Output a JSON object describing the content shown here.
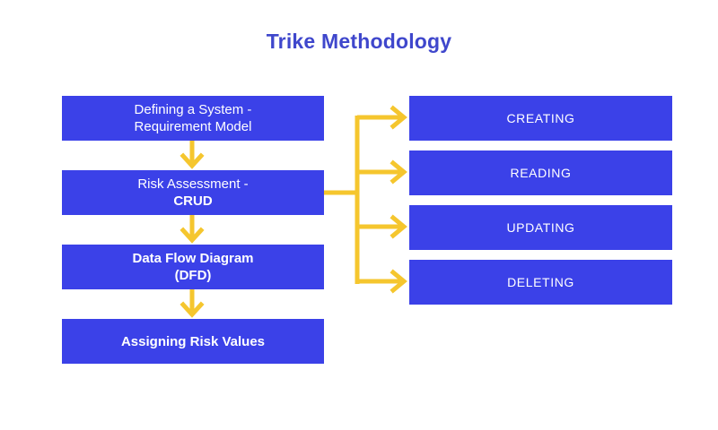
{
  "title": "Trike Methodology",
  "colors": {
    "box_fill": "#3B41E8",
    "box_text": "#FFFFFF",
    "title_text": "#3F47CC",
    "connector": "#F5C62E",
    "background": "#FFFFFF"
  },
  "stages": [
    {
      "id": "stage-0",
      "line1": "Defining a System -",
      "line2": "Requirement Model",
      "bold": false,
      "emphasis_line": null
    },
    {
      "id": "stage-1",
      "line1": "Risk Assessment -",
      "line2": "CRUD",
      "bold": false,
      "emphasis_line": "2"
    },
    {
      "id": "stage-2",
      "line1": "Data Flow Diagram",
      "line2": "(DFD)",
      "bold": true,
      "emphasis_line": null
    },
    {
      "id": "stage-3",
      "line1": "Assigning Risk Values",
      "line2": null,
      "bold": true,
      "emphasis_line": null
    }
  ],
  "crud_operations": [
    {
      "id": "crud-0",
      "label": "CREATING"
    },
    {
      "id": "crud-1",
      "label": "READING"
    },
    {
      "id": "crud-2",
      "label": "UPDATING"
    },
    {
      "id": "crud-3",
      "label": "DELETING"
    }
  ],
  "connectors": {
    "vertical_arrows": [
      {
        "name": "stage-0-to-stage-1"
      },
      {
        "name": "stage-1-to-stage-2"
      },
      {
        "name": "stage-2-to-stage-3"
      }
    ],
    "branch_arrows": [
      {
        "name": "crud-branch-creating"
      },
      {
        "name": "crud-branch-reading"
      },
      {
        "name": "crud-branch-updating"
      },
      {
        "name": "crud-branch-deleting"
      }
    ],
    "trunk": {
      "name": "crud-trunk"
    }
  }
}
